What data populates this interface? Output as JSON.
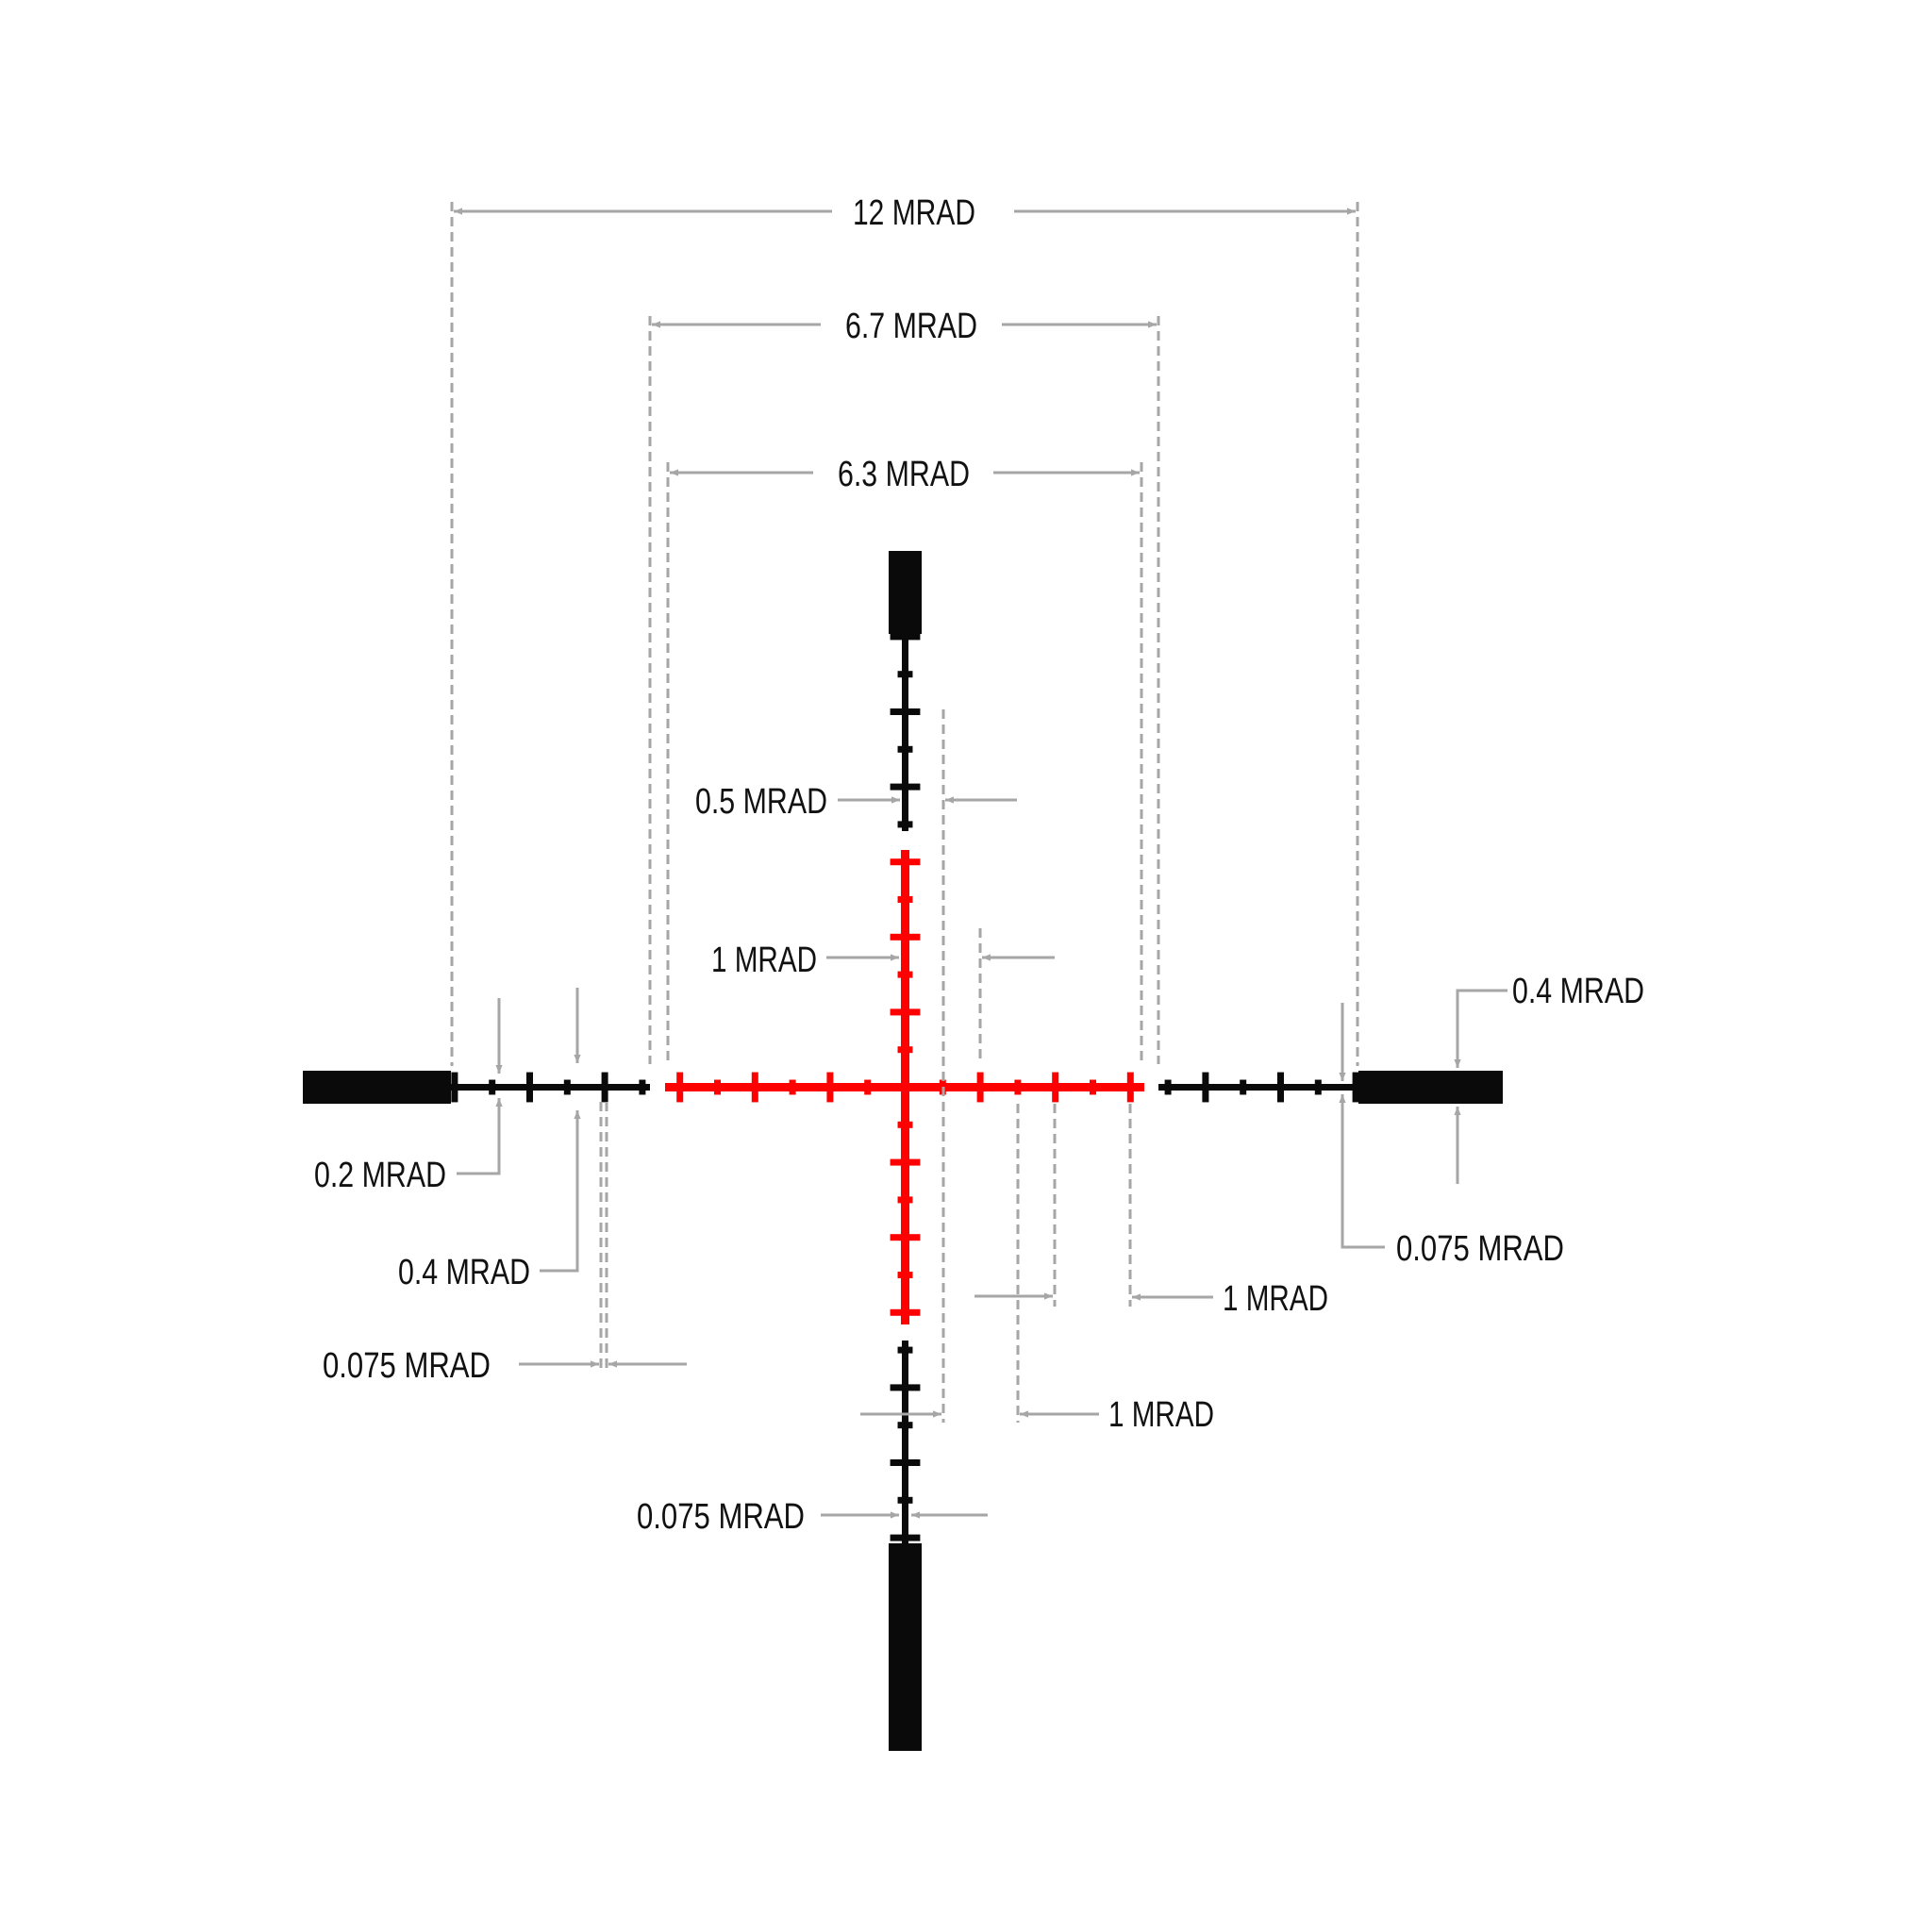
{
  "colors": {
    "reticle_outer": "#0a0a0a",
    "reticle_center": "#ff0000",
    "dimension": "#a6a6a6",
    "text": "#111111",
    "background": "#ffffff"
  },
  "reticle": {
    "unit": "MRAD",
    "overall_width_mrad": 12,
    "red_center_width_mrad": 6.3,
    "outer_gap_width_mrad": 6.7,
    "line_thickness_mrad": 0.075,
    "major_tick_spacing_mrad": 1,
    "minor_tick_spacing_mrad": 0.5,
    "major_tick_length_mrad": 0.4,
    "minor_tick_length_mrad": 0.2,
    "post_thickness_mrad": 0.4
  },
  "labels": {
    "width_12": "12 MRAD",
    "width_6_7": "6.7 MRAD",
    "width_6_3": "6.3 MRAD",
    "vertical_half_spacing": "0.5 MRAD",
    "vertical_major_spacing": "1 MRAD",
    "post_thickness": "0.4 MRAD",
    "minor_tick_length": "0.2 MRAD",
    "major_tick_length": "0.4 MRAD",
    "left_line_thickness": "0.075 MRAD",
    "right_line_thickness": "0.075 MRAD",
    "horizontal_major_spacing_right": "1 MRAD",
    "horizontal_major_spacing_lower": "1 MRAD",
    "bottom_line_thickness": "0.075 MRAD"
  }
}
